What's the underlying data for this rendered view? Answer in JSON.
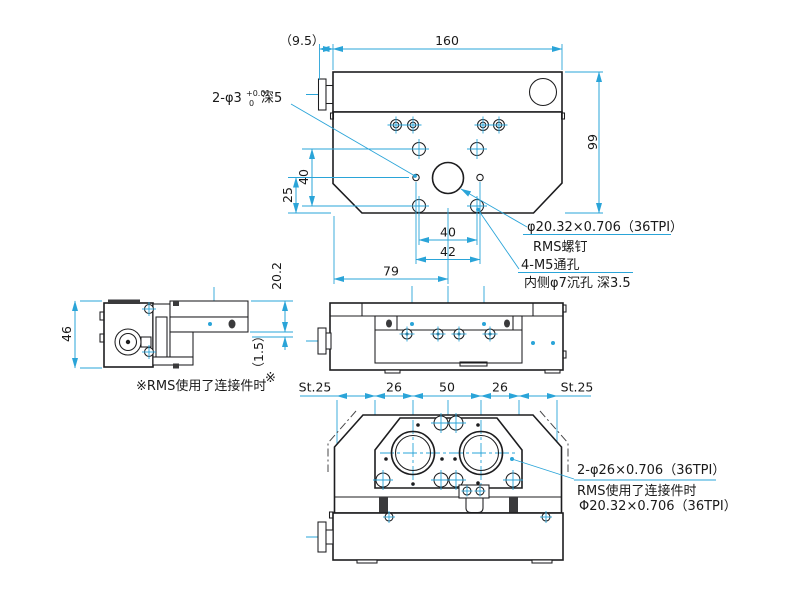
{
  "colors": {
    "line": "#1d1d1f",
    "dim": "#2aa4d8",
    "background": "#ffffff"
  },
  "views": {
    "top": {
      "dims": {
        "knob_offset": "（9.5）",
        "width": "160",
        "depth": "99",
        "hole_pitch_v": "40",
        "edge_to_center": "25",
        "hole_pitch_h": "40",
        "pin_pitch": "42",
        "left_to_center": "79"
      },
      "labels": {
        "pin_main": "2-φ3",
        "pin_tol_upper": "+0.01",
        "pin_tol_lower": "0",
        "pin_depth": "深5",
        "rms_thread": "φ20.32×0.706（36TPI）",
        "rms_screw": "RMS螺钉",
        "m5_holes": "4-M5通孔",
        "counterbore": "内侧φ7沉孔 深3.5"
      }
    },
    "side": {
      "dims": {
        "height": "46",
        "top_height": "20.2",
        "gap": "（1.5）",
        "ref_mark": "※"
      },
      "note": "※RMS使用了连接件时"
    },
    "bottom": {
      "dims": {
        "travel_left": "St.25",
        "pitch_left": "26",
        "center_pitch": "50",
        "pitch_right": "26",
        "travel_right": "St.25"
      },
      "labels": {
        "objective_thread": "2-φ26×0.706（36TPI）",
        "adapter_note": "RMS使用了连接件时",
        "adapter_thread": "Φ20.32×0.706（36TPI）"
      }
    }
  }
}
